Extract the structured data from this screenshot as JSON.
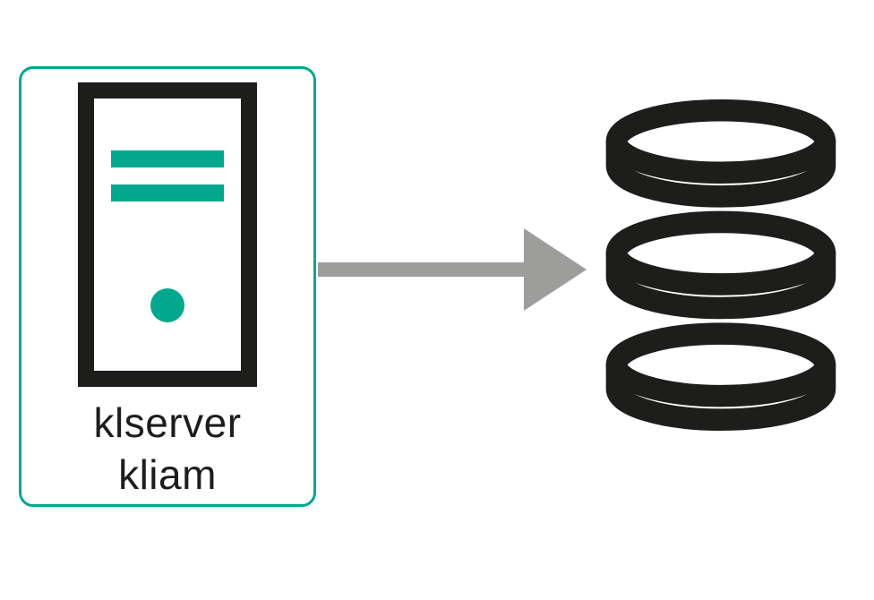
{
  "diagram": {
    "background_color": "#ffffff",
    "colors": {
      "background": "#ffffff",
      "accent_teal": "#00a88e",
      "icon_black": "#1d1d1b",
      "arrow_gray": "#9d9d9c"
    },
    "nodes": [
      {
        "id": "klserver-node",
        "shape": "rounded-rectangle-outline",
        "border_color": "#00a88e",
        "icon": "server-tower-icon",
        "label_lines": [
          "klserver",
          "kliam"
        ]
      },
      {
        "id": "database-node",
        "shape": "none",
        "icon": "database-icon",
        "label_lines": []
      }
    ],
    "connectors": [
      {
        "from": "klserver-node",
        "to": "database-node",
        "style": "solid-arrow",
        "direction": "right",
        "color": "#9d9d9c"
      }
    ]
  }
}
